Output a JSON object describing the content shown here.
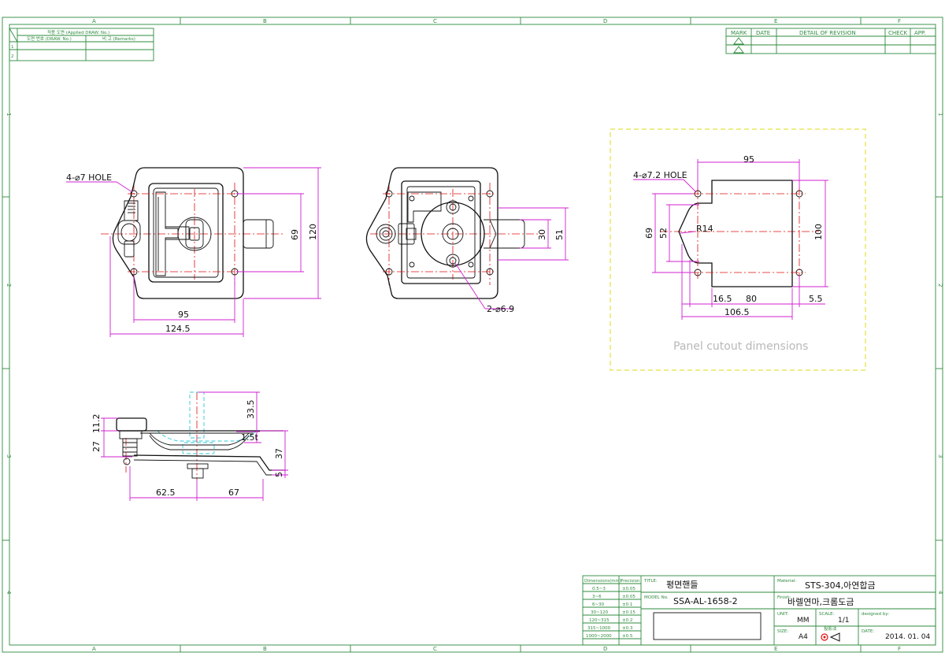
{
  "frame": {
    "col_letters": [
      "A",
      "B",
      "C",
      "D",
      "E",
      "F"
    ],
    "row_numbers": [
      "1",
      "2",
      "3",
      "4"
    ]
  },
  "applied_table": {
    "header": "적용 도면 (Applied DRAW. No.)",
    "col1": "도면 번호 (DRAW. No.)",
    "col2": "비 고 (Remarks)",
    "rows": [
      "1",
      "2"
    ]
  },
  "revision_table": {
    "headers": [
      "MARK",
      "DATE",
      "DETAIL OF REVISION",
      "CHECK",
      "APP."
    ]
  },
  "front_view": {
    "hole_label": "4-⌀7 HOLE",
    "dims": {
      "w_holes": "95",
      "w_total": "124.5",
      "h_holes": "69",
      "h_total": "120"
    }
  },
  "back_view": {
    "hole_label": "2-⌀6.9",
    "dims": {
      "h_inner": "30",
      "h_outer": "51"
    }
  },
  "cutout_view": {
    "hole_label": "4-⌀7.2 HOLE",
    "caption": "Panel cutout dimensions",
    "dims": {
      "w_top": "95",
      "h_left_outer": "69",
      "h_left_inner": "52",
      "radius": "R14",
      "h_right": "100",
      "b1": "16.5",
      "b2": "80",
      "b3": "5.5",
      "b_total": "106.5"
    }
  },
  "side_view": {
    "dims": {
      "d1": "11.2",
      "d2": "27",
      "d3": "33.5",
      "d4": "1.5t",
      "d5": "37",
      "d6": "5",
      "d7": "62.5",
      "d8": "67"
    }
  },
  "title_block": {
    "precision_headers": [
      "Dimensions(mm)",
      "Precision"
    ],
    "precision_rows": [
      [
        "0.5~3",
        "±0.05"
      ],
      [
        "3~6",
        "±0.05"
      ],
      [
        "6~30",
        "±0.1"
      ],
      [
        "30~120",
        "±0.15"
      ],
      [
        "120~315",
        "±0.2"
      ],
      [
        "315~1000",
        "±0.3"
      ],
      [
        "1000~2000",
        "±0.5"
      ]
    ],
    "title_label": "TITLE:",
    "title": "평면핸들",
    "model_label": "MODEL No.",
    "model": "SSA-AL-1658-2",
    "material_label": "Material:",
    "material": "STS-304,아연합금",
    "finish_label": "Finish:",
    "finish": "바렐연마,크롬도금",
    "unit_label": "UNIT:",
    "unit": "MM",
    "scale_label": "SCALE:",
    "scale": "1/1",
    "designed_label": "designed by:",
    "size_label": "SIZE:",
    "size": "A4",
    "projection_label": "投影法",
    "date_label": "DATE:",
    "date": "2014. 01. 04"
  }
}
